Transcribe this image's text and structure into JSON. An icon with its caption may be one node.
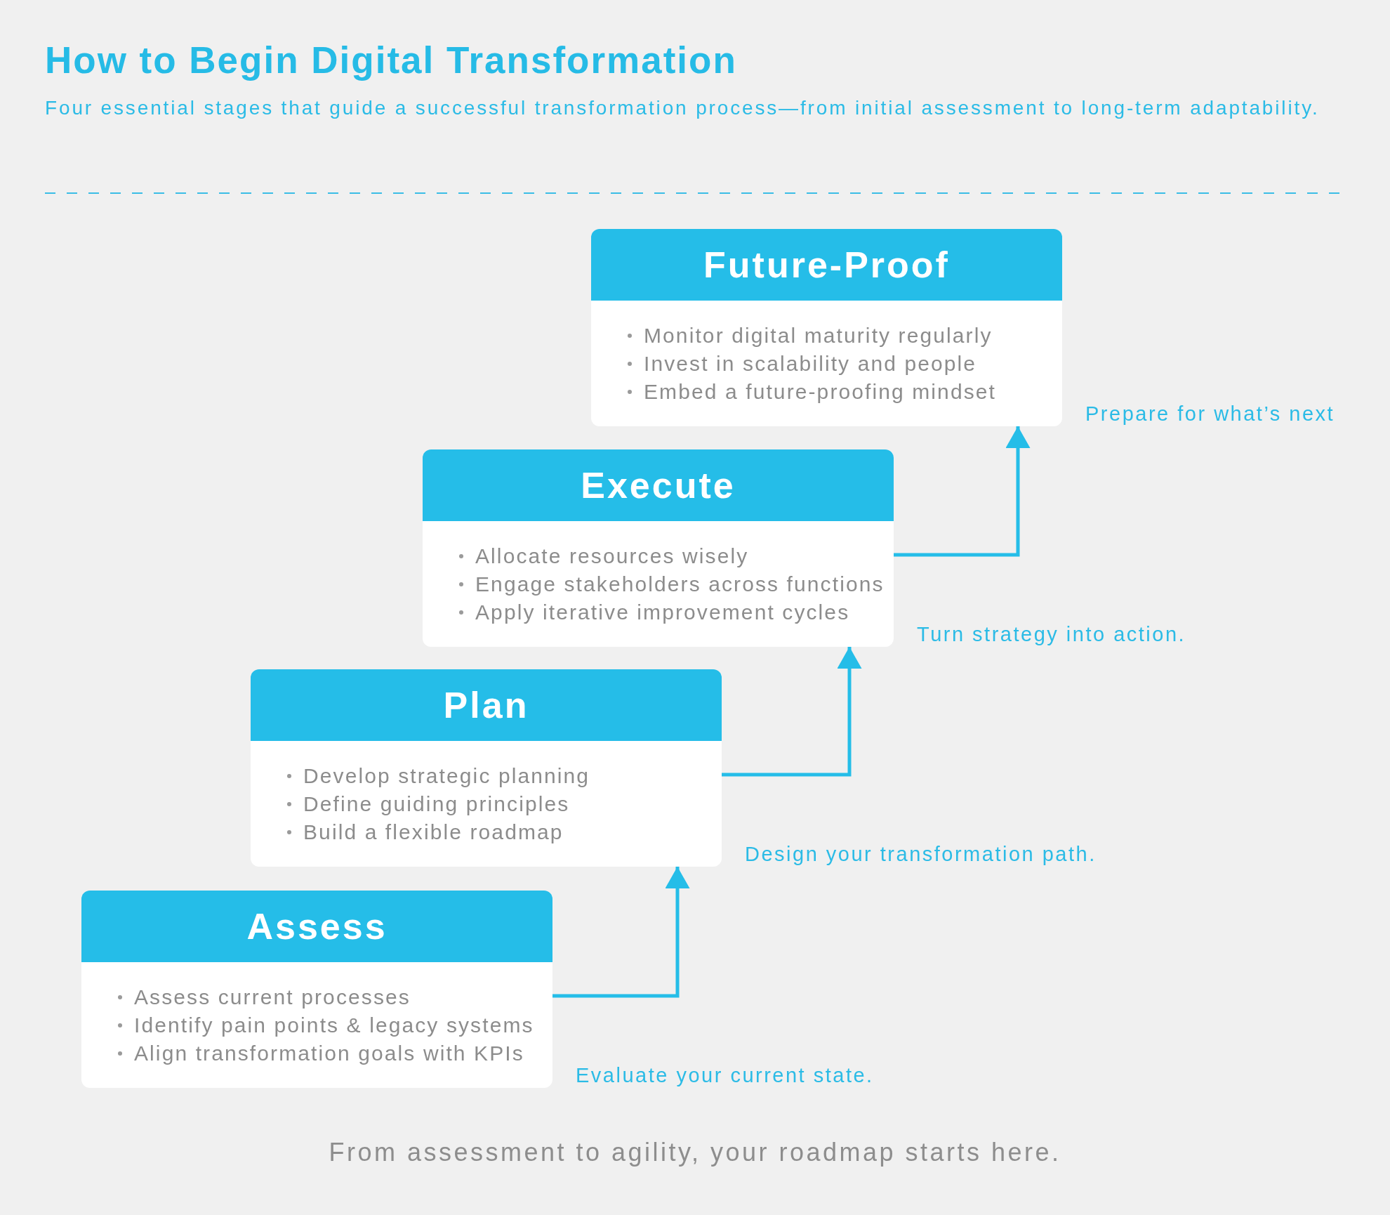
{
  "diagram": {
    "title": "How to Begin Digital Transformation",
    "caption": "From assessment to agility, your roadmap starts here.",
    "nodes": [
      {
        "text": [
          "Future-Proof",
          "Monitor digital maturity regularly",
          "Invest in scalability and people",
          "Embed a future-proofing mindset"
        ],
        "beside": [
          "Prepare for what’s next"
        ]
      },
      {
        "text": [
          "Execute",
          "Allocate resources wisely",
          "Engage stakeholders across functions",
          "Apply iterative improvement cycles"
        ],
        "beside": [
          "Turn strategy into action."
        ]
      },
      {
        "text": [
          "Plan",
          "Develop strategic planning",
          "Define guiding principles",
          "Build a flexible roadmap"
        ],
        "beside": [
          "Design your transformation path."
        ]
      },
      {
        "text": [
          "Assess",
          "Assess current processes",
          "Identify pain points & legacy systems",
          "Align transformation goals with KPIs"
        ],
        "beside": [
          "Evaluate your current state."
        ]
      }
    ],
    "edges": [
      {
        "from": 3,
        "to": 2,
        "arrow": "to"
      },
      {
        "from": 2,
        "to": 1,
        "arrow": "to"
      },
      {
        "from": 1,
        "to": 0,
        "arrow": "to"
      }
    ],
    "labels": [
      "Four essential stages that guide a successful transformation process—from initial assessment to long-term adaptability."
    ]
  }
}
